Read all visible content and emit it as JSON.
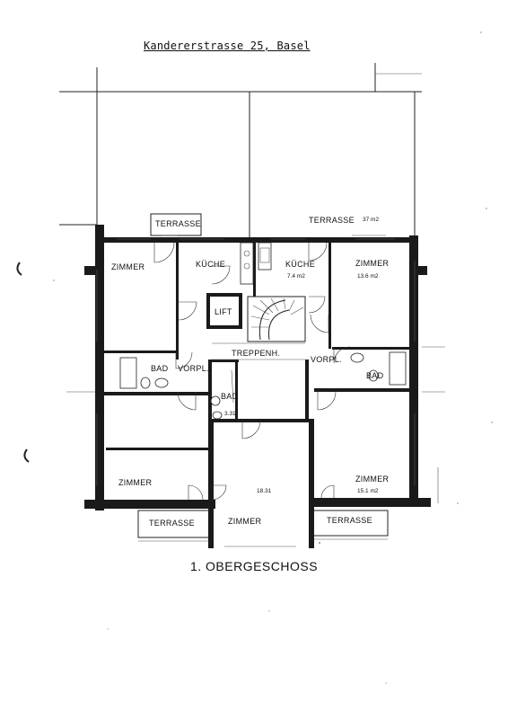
{
  "header": {
    "address": "Kandererstrasse 25, Basel"
  },
  "floor_title": "1. OBERGESCHOSS",
  "rooms": {
    "zimmer_nw": "ZIMMER",
    "kueche_w": "KÜCHE",
    "kueche_e": "KÜCHE",
    "kueche_e_area": "7.4 m2",
    "zimmer_ne": "ZIMMER",
    "zimmer_ne_area": "13.6 m2",
    "lift": "LIFT",
    "treppenhaus": "TREPPENH.",
    "bad_w": "BAD",
    "vorpl_w": "VORPL.",
    "vorpl_e": "VORPL.",
    "bad_e": "BAD",
    "bad_c": "BAD",
    "bad_c_area": "3.31",
    "zimmer_sw": "ZIMMER",
    "zimmer_s": "ZIMMER",
    "zimmer_s_area": "18.31",
    "zimmer_se": "ZIMMER",
    "zimmer_se_area": "15.1 m2"
  },
  "terraces": {
    "north_w": "TERRASSE",
    "north_e": "TERRASSE",
    "north_e_area": "37 m2",
    "south_w": "TERRASSE",
    "south_e": "TERRASSE"
  }
}
